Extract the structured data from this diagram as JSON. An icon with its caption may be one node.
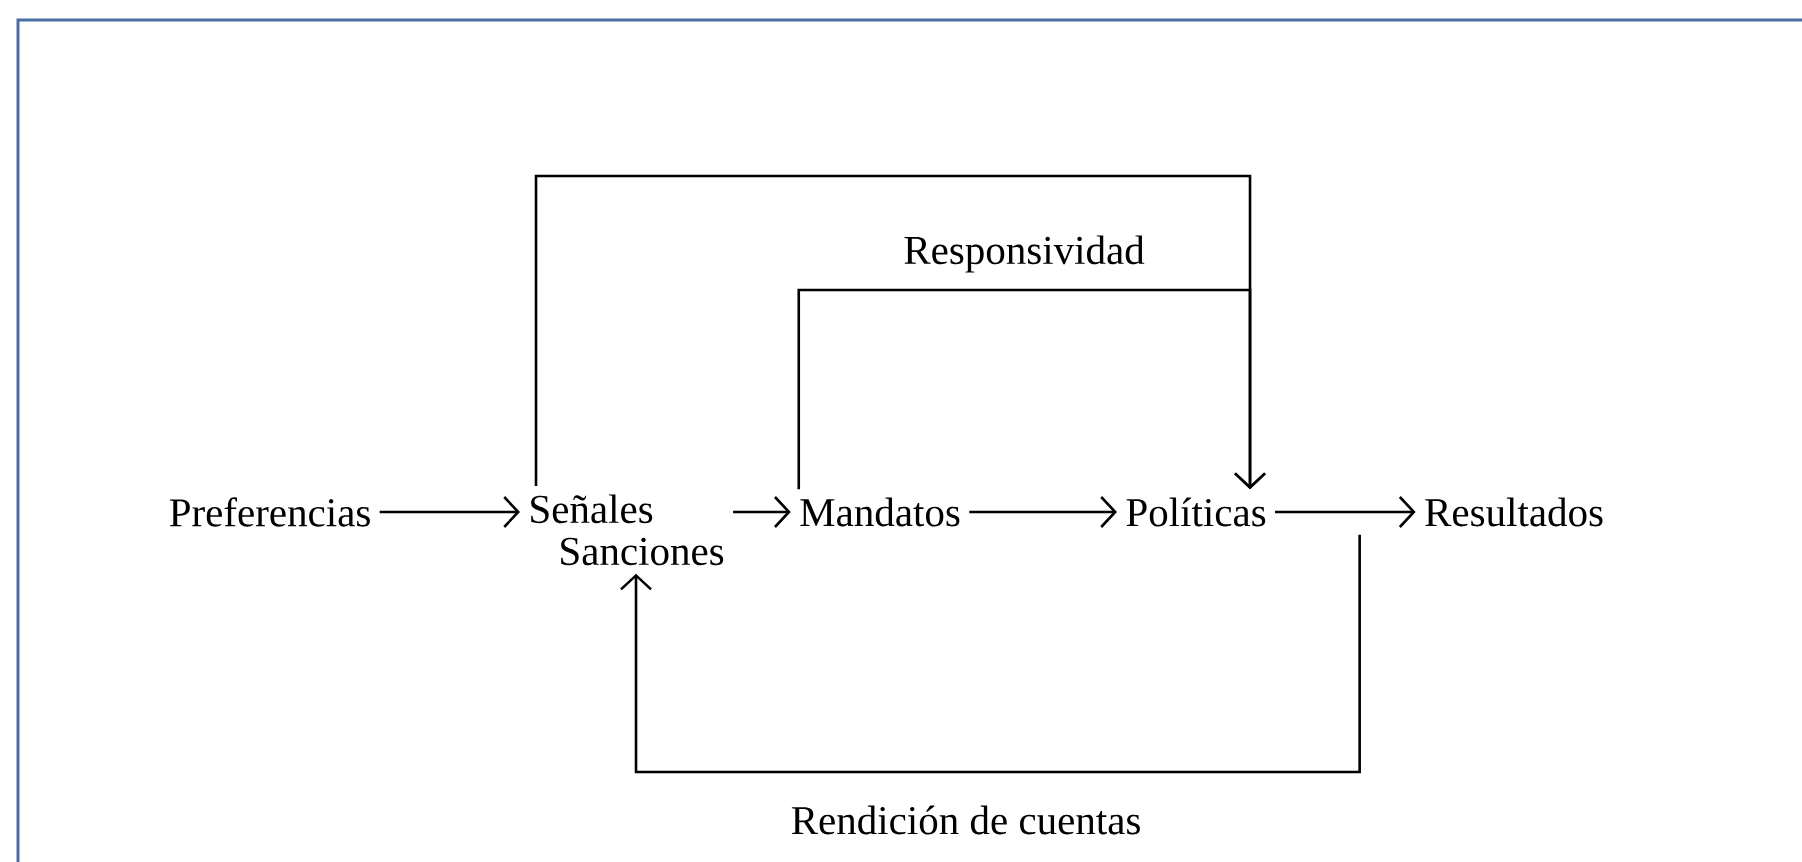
{
  "diagram": {
    "nodes": [
      {
        "text": [
          "Preferencias"
        ]
      },
      {
        "text": [
          "Señales",
          "Sanciones"
        ]
      },
      {
        "text": [
          "Mandatos"
        ]
      },
      {
        "text": [
          "Políticas"
        ]
      },
      {
        "text": [
          "Resultados"
        ]
      }
    ],
    "edges": [
      {
        "from": 0,
        "to": 1,
        "arrow": "to"
      },
      {
        "from": 1,
        "to": 2,
        "arrow": "to"
      },
      {
        "from": 2,
        "to": 3,
        "arrow": "to"
      },
      {
        "from": 3,
        "to": 4,
        "arrow": "to"
      },
      {
        "from": 1,
        "to": 3,
        "arrow": "to"
      },
      {
        "from": 2,
        "to": 3,
        "arrow": "to",
        "label": "Responsividad"
      },
      {
        "from": 4,
        "to": 1,
        "arrow": "to",
        "label": "Rendición de cuentas"
      }
    ]
  }
}
